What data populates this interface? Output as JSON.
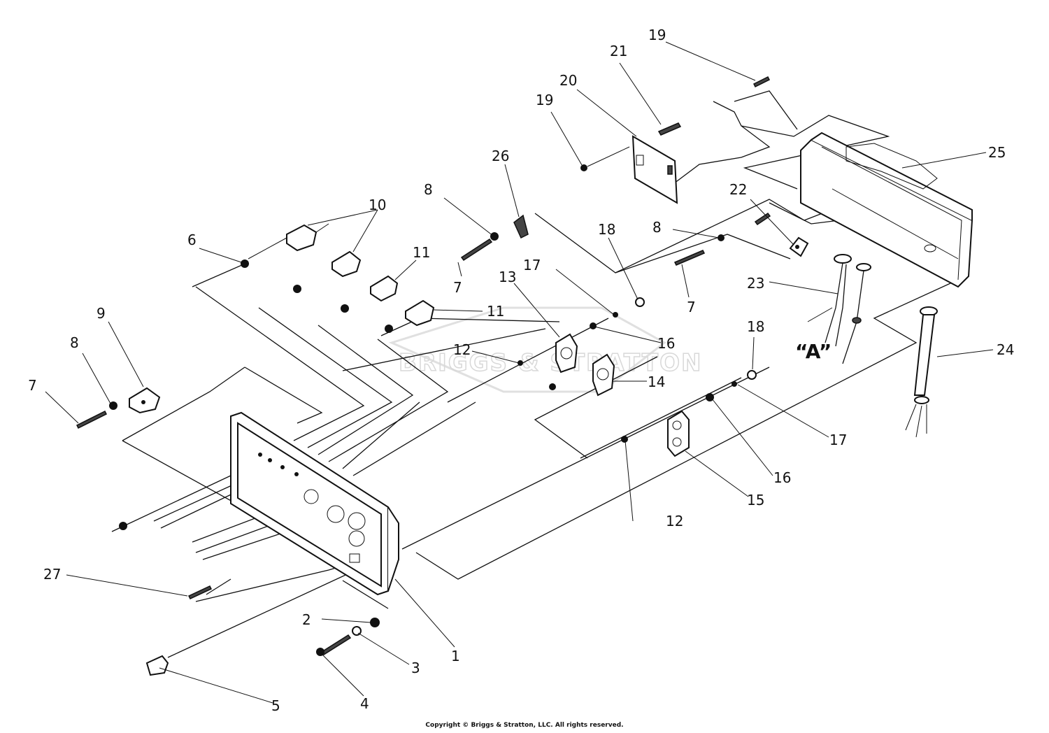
{
  "watermark": "BRIGGS & STRATTON",
  "copyright": "Copyright © Briggs & Stratton, LLC. All rights reserved.",
  "view_label": "“A”",
  "callouts": [
    {
      "id": "c1",
      "text": "1"
    },
    {
      "id": "c2",
      "text": "2"
    },
    {
      "id": "c3",
      "text": "3"
    },
    {
      "id": "c4",
      "text": "4"
    },
    {
      "id": "c5",
      "text": "5"
    },
    {
      "id": "c6",
      "text": "6"
    },
    {
      "id": "c7a",
      "text": "7"
    },
    {
      "id": "c7b",
      "text": "7"
    },
    {
      "id": "c7c",
      "text": "7"
    },
    {
      "id": "c8a",
      "text": "8"
    },
    {
      "id": "c8b",
      "text": "8"
    },
    {
      "id": "c8c",
      "text": "8"
    },
    {
      "id": "c9",
      "text": "9"
    },
    {
      "id": "c10",
      "text": "10"
    },
    {
      "id": "c11a",
      "text": "11"
    },
    {
      "id": "c11b",
      "text": "11"
    },
    {
      "id": "c12a",
      "text": "12"
    },
    {
      "id": "c12b",
      "text": "12"
    },
    {
      "id": "c13",
      "text": "13"
    },
    {
      "id": "c14",
      "text": "14"
    },
    {
      "id": "c15",
      "text": "15"
    },
    {
      "id": "c16a",
      "text": "16"
    },
    {
      "id": "c16b",
      "text": "16"
    },
    {
      "id": "c17a",
      "text": "17"
    },
    {
      "id": "c17b",
      "text": "17"
    },
    {
      "id": "c18a",
      "text": "18"
    },
    {
      "id": "c18b",
      "text": "18"
    },
    {
      "id": "c19a",
      "text": "19"
    },
    {
      "id": "c19b",
      "text": "19"
    },
    {
      "id": "c20",
      "text": "20"
    },
    {
      "id": "c21",
      "text": "21"
    },
    {
      "id": "c22",
      "text": "22"
    },
    {
      "id": "c23",
      "text": "23"
    },
    {
      "id": "c24",
      "text": "24"
    },
    {
      "id": "c25",
      "text": "25"
    },
    {
      "id": "c26",
      "text": "26"
    },
    {
      "id": "c27",
      "text": "27"
    }
  ]
}
